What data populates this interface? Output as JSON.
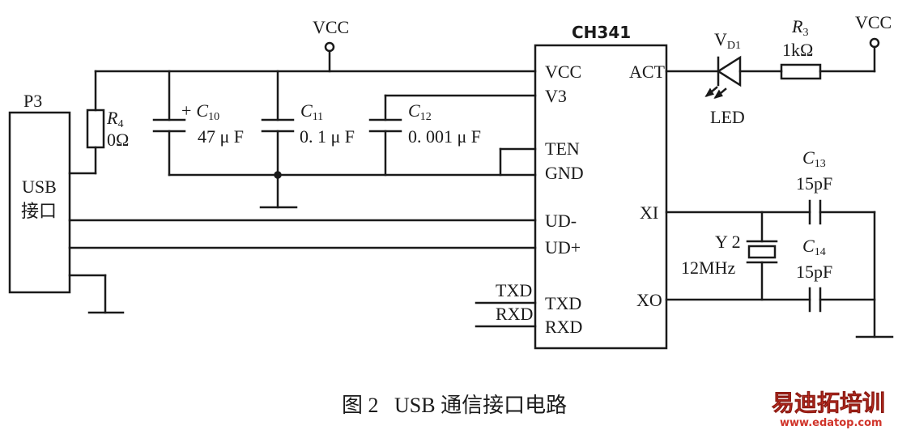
{
  "power": {
    "vcc_top": "VCC",
    "vcc_right": "VCC"
  },
  "connector": {
    "ref": "P3",
    "line1": "USB",
    "line2": "接口"
  },
  "ic": {
    "name": "CH341",
    "pins_left": [
      "VCC",
      "V3",
      "TEN",
      "GND",
      "UD-",
      "UD+",
      "TXD",
      "RXD"
    ],
    "pins_right": [
      "ACT",
      "XI",
      "XO"
    ]
  },
  "components": {
    "r4": {
      "ref": "R",
      "sub": "4",
      "value": "0Ω"
    },
    "c10": {
      "plus": "+",
      "ref": "C",
      "sub": "10",
      "value": "47 μ F"
    },
    "c11": {
      "ref": "C",
      "sub": "11",
      "value": "0. 1 μ F"
    },
    "c12": {
      "ref": "C",
      "sub": "12",
      "value": "0. 001 μ F"
    },
    "vd1": {
      "ref": "V",
      "sub": "D1",
      "label": "LED"
    },
    "r3": {
      "ref": "R",
      "sub": "3",
      "value": "1kΩ"
    },
    "c13": {
      "ref": "C",
      "sub": "13",
      "value": "15pF"
    },
    "c14": {
      "ref": "C",
      "sub": "14",
      "value": "15pF"
    },
    "y2": {
      "ref": "Y 2",
      "value": "12MHz"
    }
  },
  "net_labels": {
    "txd": "TXD",
    "rxd": "RXD"
  },
  "caption": "图 2   USB 通信接口电路",
  "watermark": {
    "brand": "易迪拓培训",
    "url": "www.edatop.com"
  }
}
